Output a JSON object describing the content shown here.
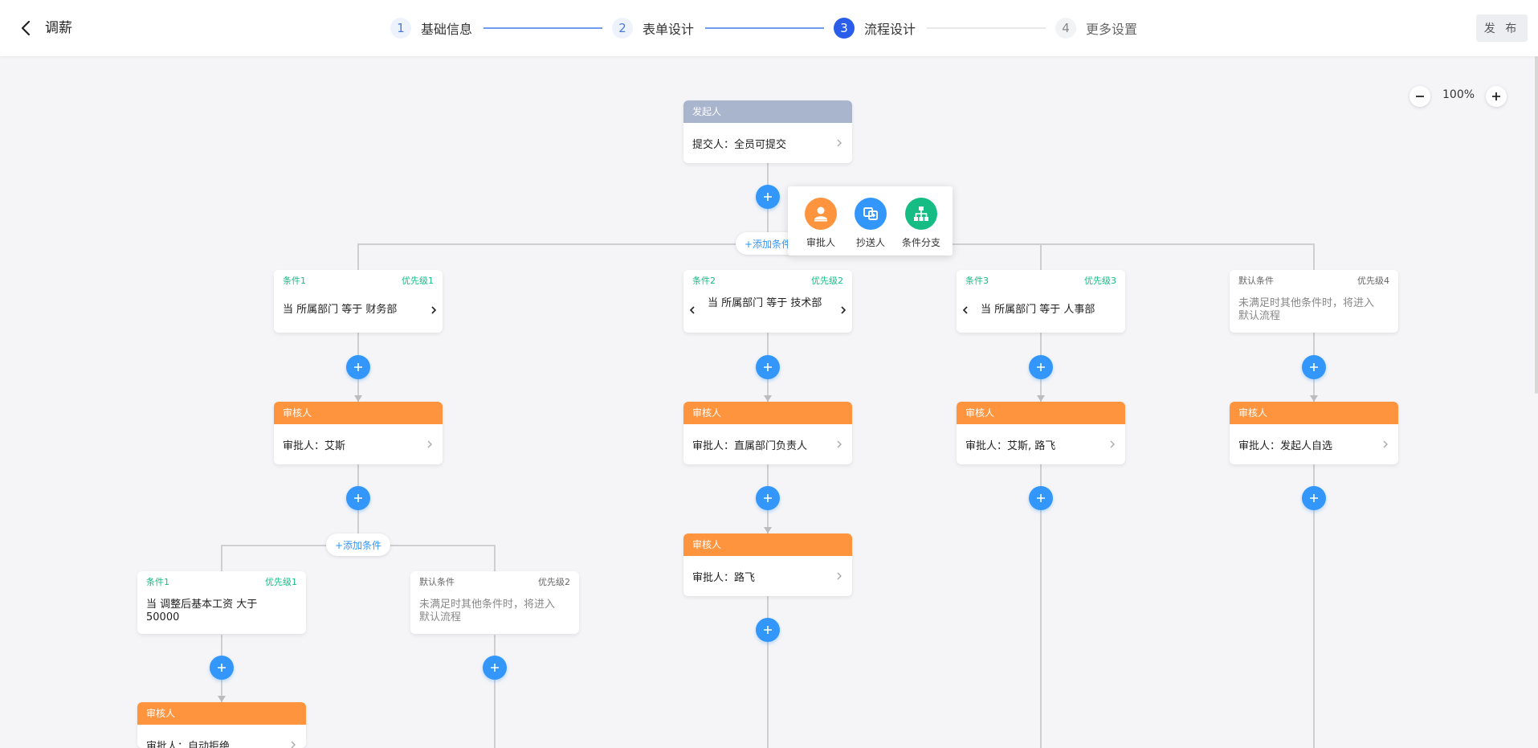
{
  "header": {
    "title": "调薪",
    "steps": [
      {
        "num": "1",
        "label": "基础信息"
      },
      {
        "num": "2",
        "label": "表单设计"
      },
      {
        "num": "3",
        "label": "流程设计"
      },
      {
        "num": "4",
        "label": "更多设置"
      }
    ],
    "active_step": 3,
    "publish_label": "发 布"
  },
  "zoom": {
    "value": "100%"
  },
  "colors": {
    "accent": "#3296fa",
    "step_active": "#2a5dea",
    "approver": "#ff943e",
    "initiator": "#a9b4cd",
    "condition": "#15bc83"
  },
  "popup": {
    "items": [
      {
        "label": "审批人",
        "icon": "approver-icon",
        "color": "#ff943e"
      },
      {
        "label": "抄送人",
        "icon": "cc-icon",
        "color": "#3296fa"
      },
      {
        "label": "条件分支",
        "icon": "branch-icon",
        "color": "#15bc83"
      }
    ]
  },
  "flow": {
    "start": {
      "header": "发起人",
      "text": "提交人：全员可提交"
    },
    "add_condition": "+添加条件",
    "branches": [
      {
        "title": "条件1",
        "priority": "优先级1",
        "text": "当 所属部门 等于 财务部"
      },
      {
        "title": "条件2",
        "priority": "优先级2",
        "text": "当 所属部门 等于 技术部"
      },
      {
        "title": "条件3",
        "priority": "优先级3",
        "text": "当 所属部门 等于 人事部"
      },
      {
        "title": "默认条件",
        "priority": "优先级4",
        "text": "未满足时其他条件时，将进入默认流程"
      }
    ],
    "approvers": [
      {
        "header": "审核人",
        "text": "审批人：艾斯"
      },
      {
        "header": "审核人",
        "text": "审批人：直属部门负责人"
      },
      {
        "header": "审核人",
        "text": "审批人：艾斯, 路飞"
      },
      {
        "header": "审核人",
        "text": "审批人：发起人自选"
      },
      {
        "header": "审核人",
        "text": "审批人：路飞"
      }
    ],
    "sub_add_condition": "+添加条件",
    "sub_branches": [
      {
        "title": "条件1",
        "priority": "优先级1",
        "text": "当 调整后基本工资 大于 50000"
      },
      {
        "title": "默认条件",
        "priority": "优先级2",
        "text": "未满足时其他条件时，将进入默认流程"
      }
    ],
    "sub_approver": {
      "header": "审核人",
      "text": "审批人：自动拒绝"
    }
  }
}
